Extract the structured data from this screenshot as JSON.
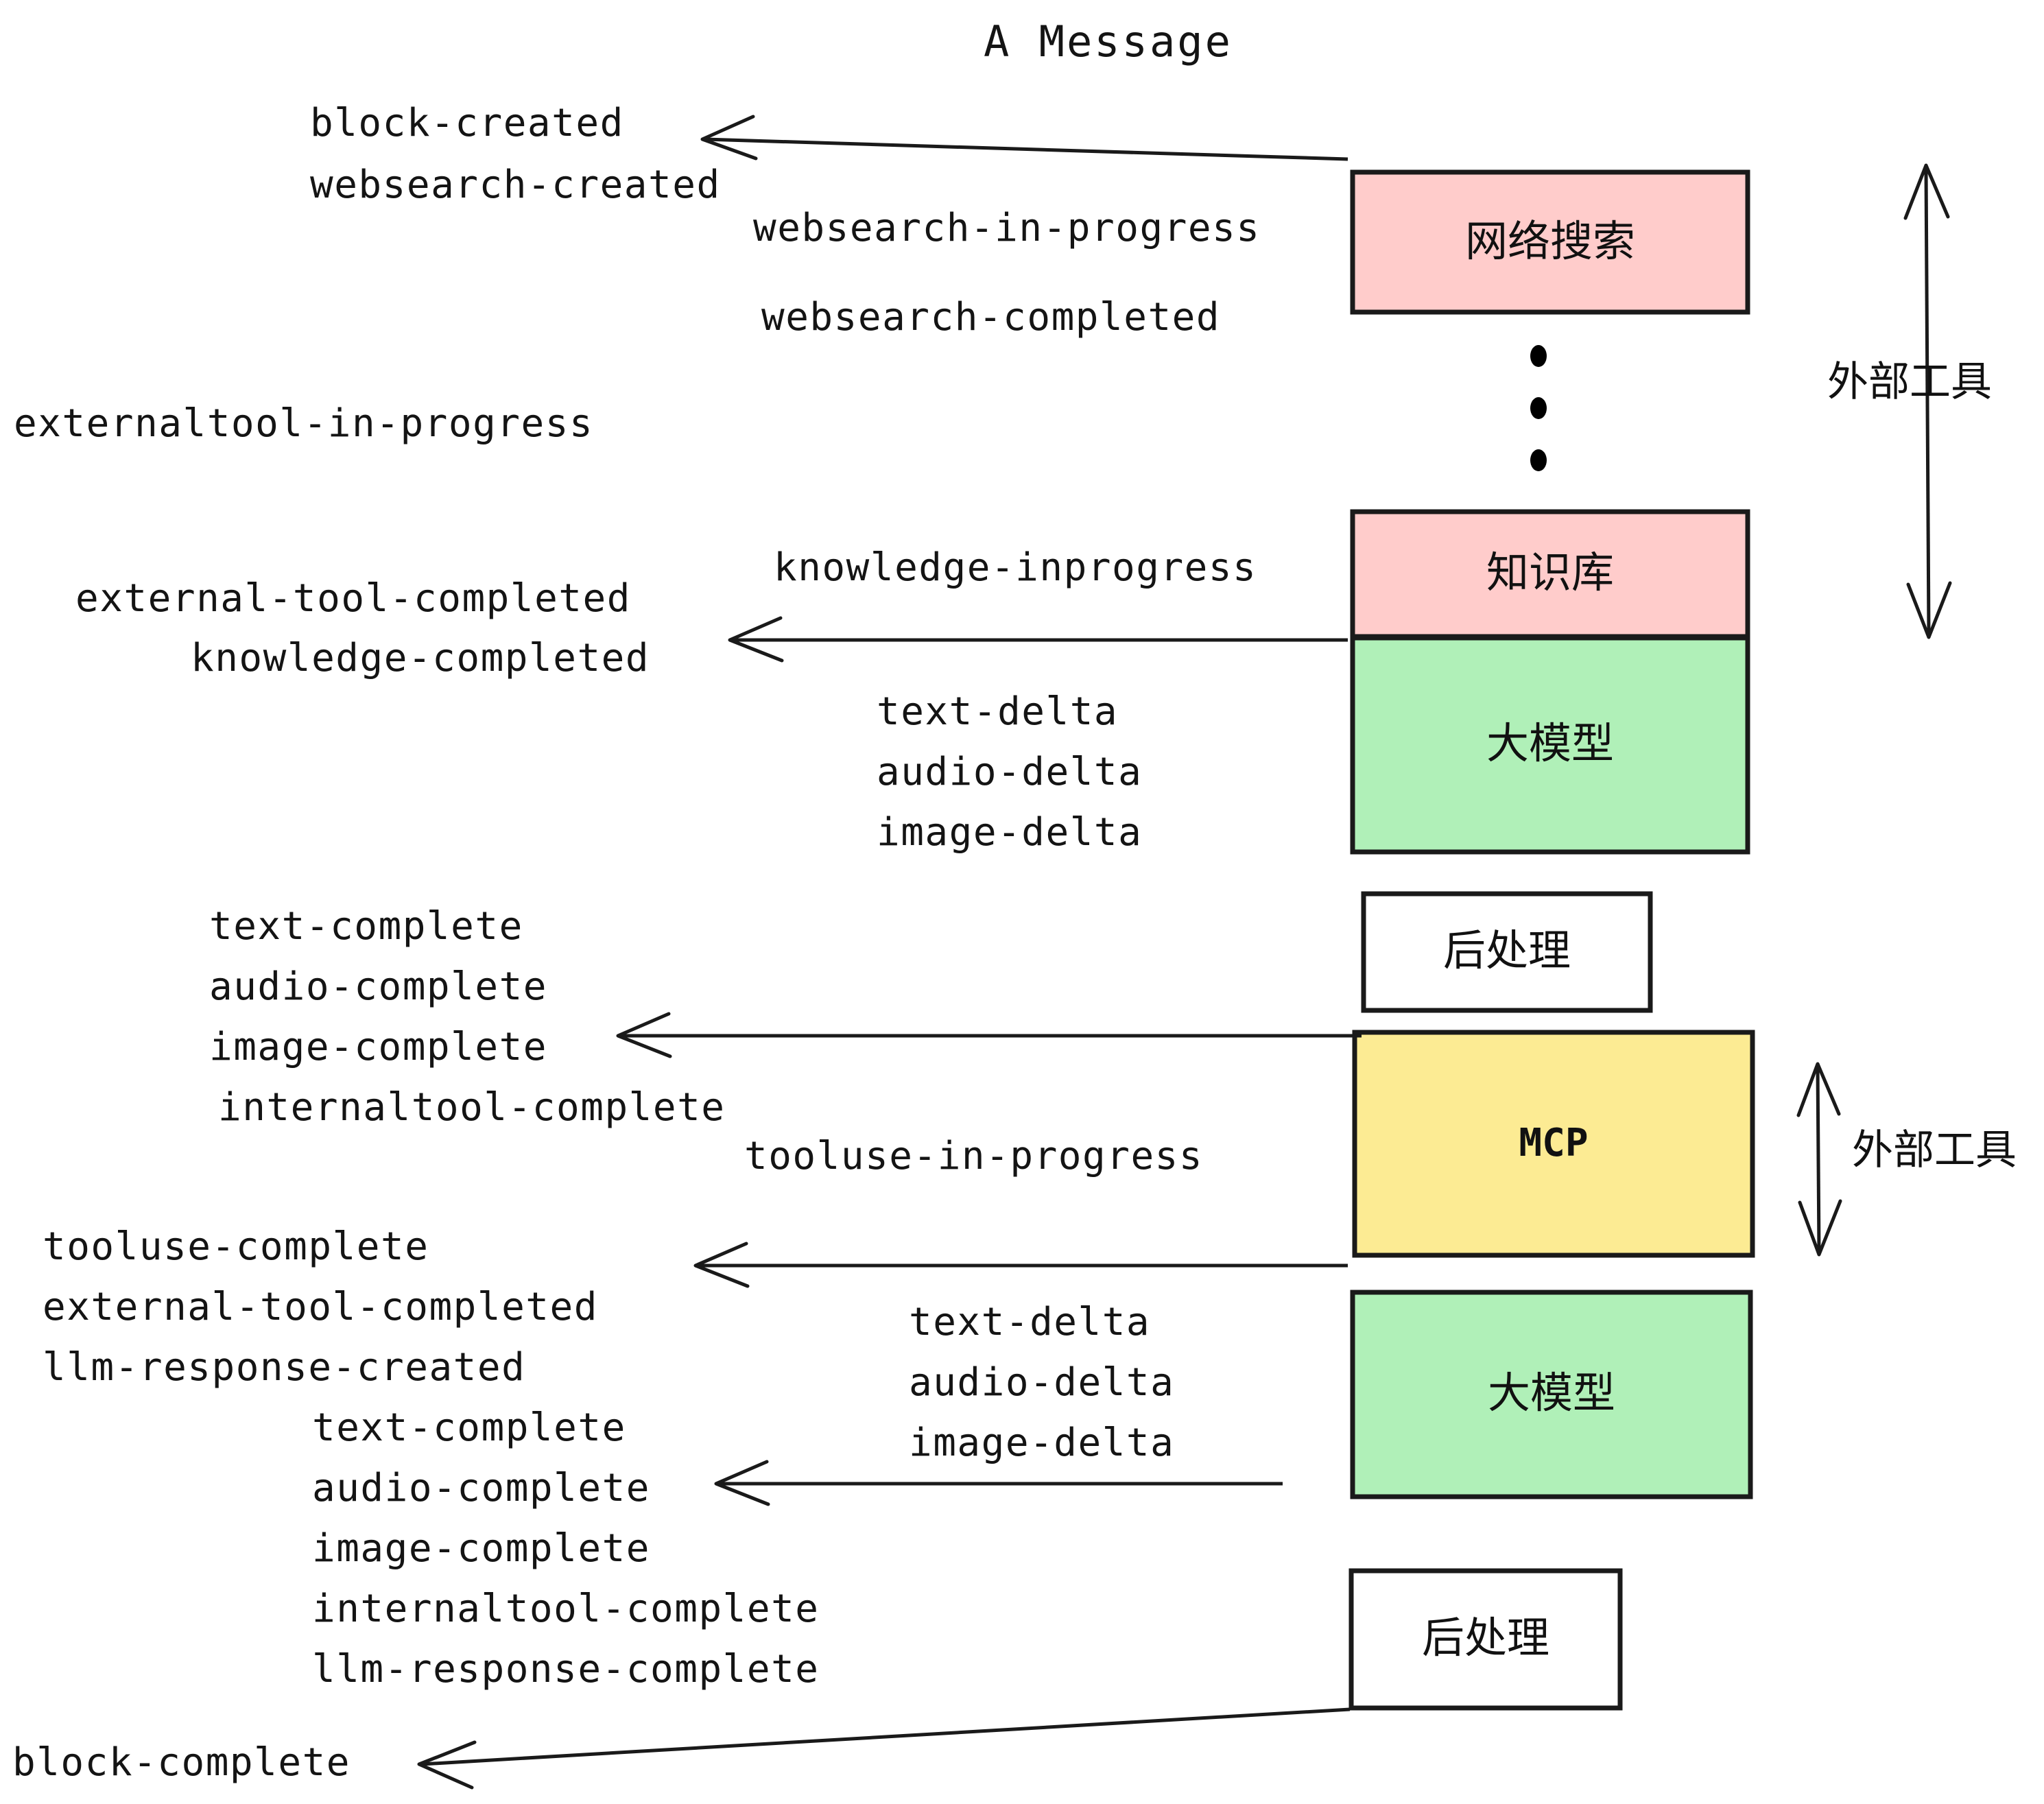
{
  "title": "A Message",
  "colors": {
    "pink": "#FFCCCB",
    "green": "#B0F0B8",
    "yellow": "#FCEB93",
    "white": "#FFFFFF",
    "stroke": "#1A1A1A",
    "text": "#141414"
  },
  "boxes": [
    {
      "id": "websearch",
      "label": "网络搜索",
      "fill": "#FFCCCB",
      "script": "cjk"
    },
    {
      "id": "knowledge",
      "label": "知识库",
      "fill": "#FFCCCB",
      "script": "cjk"
    },
    {
      "id": "llm-upper",
      "label": "大模型",
      "fill": "#B0F0B8",
      "script": "cjk"
    },
    {
      "id": "post-upper",
      "label": "后处理",
      "fill": "#FFFFFF",
      "script": "cjk"
    },
    {
      "id": "mcp",
      "label": "MCP",
      "fill": "#FCEB93",
      "script": "latin"
    },
    {
      "id": "llm-lower",
      "label": "大模型",
      "fill": "#B0F0B8",
      "script": "cjk"
    },
    {
      "id": "post-lower",
      "label": "后处理",
      "fill": "#FFFFFF",
      "script": "cjk"
    }
  ],
  "side_labels": [
    {
      "id": "external-tools-upper",
      "text": "外部工具"
    },
    {
      "id": "external-tools-lower",
      "text": "外部工具"
    }
  ],
  "events": {
    "block_created": "block-created",
    "websearch_created": "websearch-created",
    "websearch_in_progress": "websearch-in-progress",
    "websearch_completed": "websearch-completed",
    "externaltool_in_progress": "externaltool-in-progress",
    "knowledge_inprogress": "knowledge-inprogress",
    "external_tool_completed_1": "external-tool-completed",
    "knowledge_completed": "knowledge-completed",
    "text_delta_1": "text-delta",
    "audio_delta_1": "audio-delta",
    "image_delta_1": "image-delta",
    "text_complete_1": "text-complete",
    "audio_complete_1": "audio-complete",
    "image_complete_1": "image-complete",
    "internaltool_complete_1": "internaltool-complete",
    "tooluse_in_progress": "tooluse-in-progress",
    "tooluse_complete": "tooluse-complete",
    "external_tool_completed_2": "external-tool-completed",
    "llm_response_created": "llm-response-created",
    "text_delta_2": "text-delta",
    "audio_delta_2": "audio-delta",
    "image_delta_2": "image-delta",
    "text_complete_2": "text-complete",
    "audio_complete_2": "audio-complete",
    "image_complete_2": "image-complete",
    "internaltool_complete_2": "internaltool-complete",
    "llm_response_complete": "llm-response-complete",
    "block_complete": "block-complete"
  }
}
